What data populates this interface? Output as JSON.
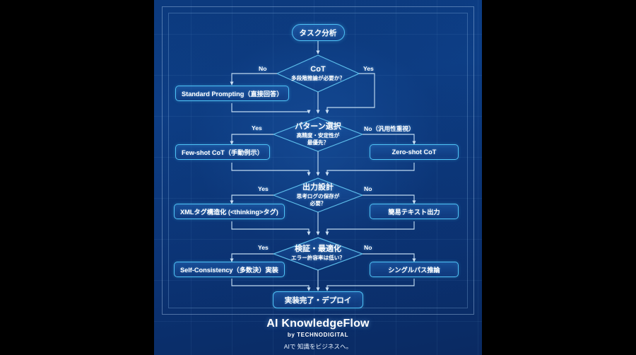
{
  "diagram": {
    "title": "AI KnowledgeFlow",
    "start": {
      "label": "タスク分析"
    },
    "end": {
      "label": "実装完了・デプロイ"
    },
    "decisions": [
      {
        "title": "CoT",
        "question": "多段階推論が必要か？",
        "no_label": "No",
        "yes_label": "Yes",
        "no_branch": "Standard Prompting（直接回答）",
        "yes_branch": ""
      },
      {
        "title": "パターン選択",
        "question": "高精度・安定性が\n最優先？",
        "question_line1": "高精度・安定性が",
        "question_line2": "最優先？",
        "yes_label": "Yes",
        "no_label": "No（汎用性重視）",
        "yes_branch": "Few-shot CoT（手動例示）",
        "no_branch": "Zero-shot CoT"
      },
      {
        "title": "出力設計",
        "question_line1": "思考ログの保存が",
        "question_line2": "必要？",
        "yes_label": "Yes",
        "no_label": "No",
        "yes_branch": "XMLタグ構造化 (<thinking>タグ)",
        "no_branch": "簡易テキスト出力"
      },
      {
        "title": "検証・最適化",
        "question_line1": "エラー許容率は低い？",
        "question_line2": "",
        "yes_label": "Yes",
        "no_label": "No",
        "yes_branch": "Self-Consistency（多数決）実装",
        "no_branch": "シングルパス推論"
      }
    ]
  },
  "footer": {
    "brand": "AI KnowledgeFlow",
    "by": "by TECHNODIGITAL",
    "tagline": "AIで 知識をビジネスへ。"
  },
  "colors": {
    "accent": "#4fc3f7",
    "background": "#0d3f88",
    "line": "#8fd4f7",
    "text": "#ffffff"
  }
}
